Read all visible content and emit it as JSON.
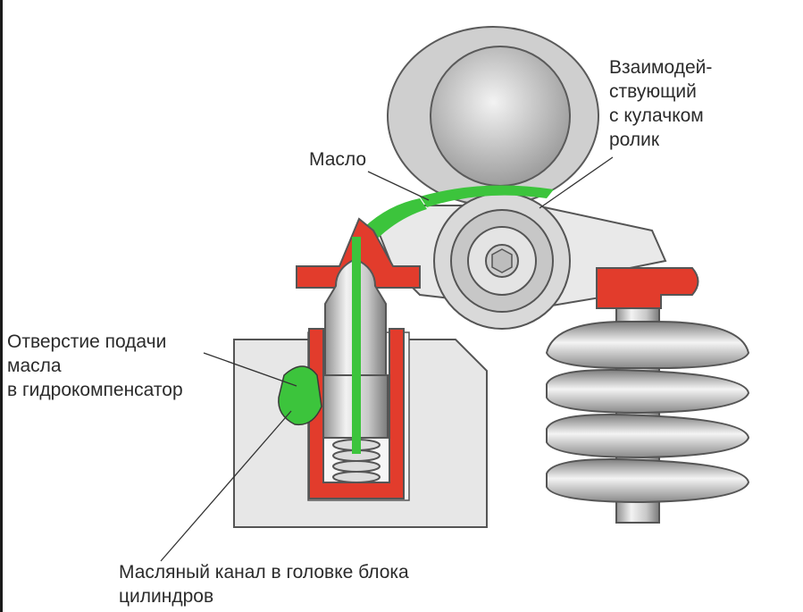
{
  "labels": {
    "roller": "Взаимодей-\nствующий\nс кулачком\nролик",
    "oil": "Масло",
    "supply_hole": "Отверстие подачи\nмасла\nв гидрокомпенсатор",
    "oil_channel": "Масляный канал в головке блока\nцилиндров"
  },
  "colors": {
    "oil": "#3cc43c",
    "housing_red": "#e23c2c",
    "block_gray": "#e6e6e6",
    "metal": "#c9c9c9",
    "outline": "#5a5a5a"
  }
}
